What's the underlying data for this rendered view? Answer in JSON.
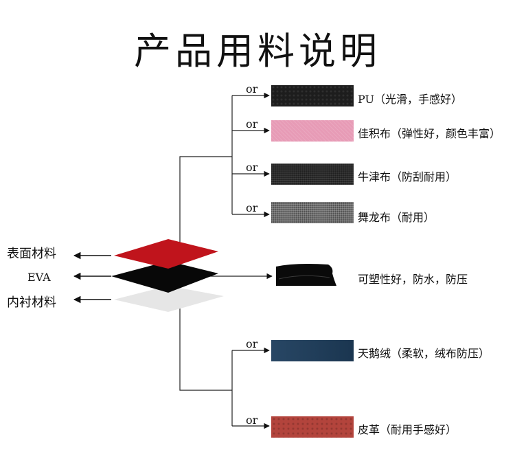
{
  "title": "产品用料说明",
  "connector_word": "or",
  "layers": [
    {
      "label": "表面材料",
      "color": "#c0141c"
    },
    {
      "label": "EVA",
      "color": "#080808"
    },
    {
      "label": "内衬材料",
      "color": "#e6e6e6"
    }
  ],
  "surface_options": [
    {
      "name": "PU（光滑，手感好）",
      "texture": "black-pu-leather",
      "color": "#1d1d1d"
    },
    {
      "name": "佳积布（弹性好，颜色丰富）",
      "texture": "pink-twill-fabric",
      "color": "#e79bb6"
    },
    {
      "name": "牛津布（防刮耐用）",
      "texture": "black-oxford-cloth",
      "color": "#2a2a2a"
    },
    {
      "name": "舞龙布（耐用）",
      "texture": "grey-nylon-weave",
      "color": "#6e6e6e"
    }
  ],
  "eva_option": {
    "name": "可塑性好，防水，防压",
    "texture": "black-eva-foam",
    "color": "#0a0a0a"
  },
  "lining_options": [
    {
      "name": "天鹅绒（柔软，绒布防压）",
      "texture": "blue-velvet",
      "color": "#1f3f5e"
    },
    {
      "name": "皮革（耐用手感好）",
      "texture": "red-leather",
      "color": "#b3443c"
    }
  ]
}
